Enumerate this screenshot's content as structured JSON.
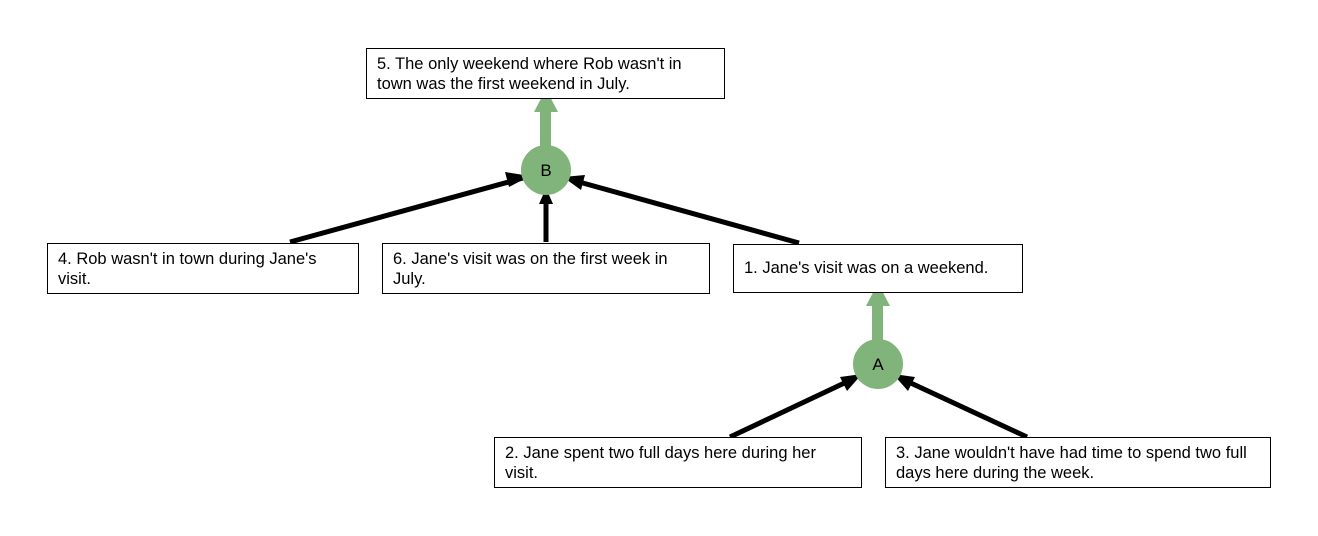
{
  "nodes": {
    "n1": "1. Jane's visit was on a weekend.",
    "n2": "2. Jane spent two full days here during her visit.",
    "n3": "3. Jane wouldn't have had time to spend two full days here during the week.",
    "n4": "4. Rob wasn't in town during Jane's visit.",
    "n5": "5. The only weekend where Rob wasn't in town was the first weekend in July.",
    "n6": "6. Jane's visit was on the first week in July."
  },
  "inferences": {
    "a": "A",
    "b": "B"
  },
  "edges": [
    {
      "from": "n2",
      "to": "a"
    },
    {
      "from": "n3",
      "to": "a"
    },
    {
      "from": "a",
      "to": "n1"
    },
    {
      "from": "n4",
      "to": "b"
    },
    {
      "from": "n6",
      "to": "b"
    },
    {
      "from": "n1",
      "to": "b"
    },
    {
      "from": "b",
      "to": "n5"
    }
  ],
  "colors": {
    "inference": "#80b47b",
    "arrow": "#000000",
    "box_border": "#000000"
  }
}
